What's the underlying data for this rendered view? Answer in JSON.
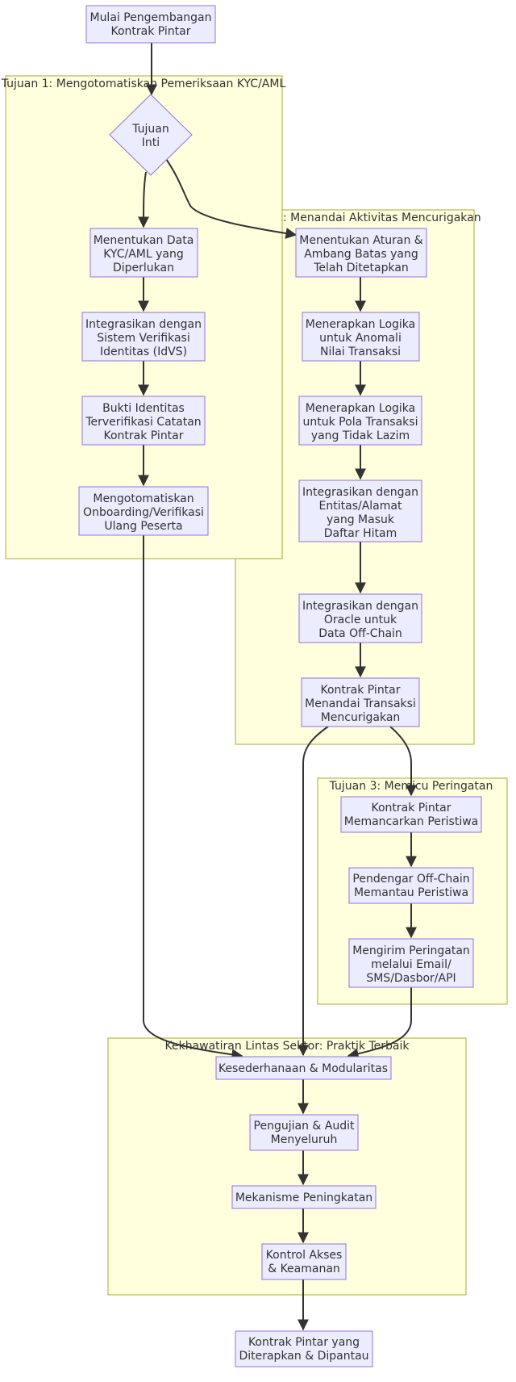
{
  "colors": {
    "cluster_fill": "#ffffde",
    "cluster_stroke": "#aaaa33",
    "node_fill": "#ececff",
    "node_stroke": "#9370db",
    "edge": "#333333",
    "text": "#333333"
  },
  "clusters": {
    "c1": "Tujuan 1: Mengotomatiskan Pemeriksaan KYC/AML",
    "c2": ": Menandai Aktivitas Mencurigakan",
    "c3": "Tujuan 3: Memicu Peringatan",
    "c4": "Kekhawatiran Lintas Sektor: Praktik Terbaik"
  },
  "nodes": {
    "start": [
      "Mulai Pengembangan",
      "Kontrak Pintar"
    ],
    "core": [
      "Tujuan",
      "Inti"
    ],
    "a1": [
      "Menentukan Data",
      "KYC/AML yang",
      "Diperlukan"
    ],
    "a2": [
      "Integrasikan dengan",
      "Sistem Verifikasi",
      "Identitas (IdVS)"
    ],
    "a3": [
      "Bukti Identitas",
      "Terverifikasi Catatan",
      "Kontrak Pintar"
    ],
    "a4": [
      "Mengotomatiskan",
      "Onboarding/Verifikasi",
      "Ulang Peserta"
    ],
    "b1": [
      "Menentukan Aturan &",
      "Ambang Batas yang",
      "Telah Ditetapkan"
    ],
    "b2": [
      "Menerapkan Logika",
      "untuk Anomali",
      "Nilai Transaksi"
    ],
    "b3": [
      "Menerapkan Logika",
      "untuk Pola Transaksi",
      "yang Tidak Lazim"
    ],
    "b4": [
      "Integrasikan dengan",
      "Entitas/Alamat",
      "yang Masuk",
      "Daftar Hitam"
    ],
    "b5": [
      "Integrasikan dengan",
      "Oracle untuk",
      "Data Off-Chain"
    ],
    "b6": [
      "Kontrak Pintar",
      "Menandai Transaksi",
      "Mencurigakan"
    ],
    "c1": [
      "Kontrak Pintar",
      "Memancarkan Peristiwa"
    ],
    "c2": [
      "Pendengar Off-Chain",
      "Memantau Peristiwa"
    ],
    "c3": [
      "Mengirim Peringatan",
      "melalui Email/",
      "SMS/Dasbor/API"
    ],
    "d1": [
      "Kesederhanaan & Modularitas"
    ],
    "d2": [
      "Pengujian & Audit",
      "Menyeluruh"
    ],
    "d3": [
      "Mekanisme Peningkatan"
    ],
    "d4": [
      "Kontrol Akses",
      "& Keamanan"
    ],
    "end": [
      "Kontrak Pintar yang",
      "Diterapkan & Dipantau"
    ]
  },
  "edges": [
    [
      "start",
      "core"
    ],
    [
      "core",
      "a1"
    ],
    [
      "core",
      "b1"
    ],
    [
      "a1",
      "a2"
    ],
    [
      "a2",
      "a3"
    ],
    [
      "a3",
      "a4"
    ],
    [
      "b1",
      "b2"
    ],
    [
      "b2",
      "b3"
    ],
    [
      "b3",
      "b4"
    ],
    [
      "b4",
      "b5"
    ],
    [
      "b5",
      "b6"
    ],
    [
      "b6",
      "c1"
    ],
    [
      "b6",
      "d1"
    ],
    [
      "c1",
      "c2"
    ],
    [
      "c2",
      "c3"
    ],
    [
      "a4",
      "d1"
    ],
    [
      "c3",
      "d1"
    ],
    [
      "d1",
      "d2"
    ],
    [
      "d2",
      "d3"
    ],
    [
      "d3",
      "d4"
    ],
    [
      "d4",
      "end"
    ]
  ]
}
